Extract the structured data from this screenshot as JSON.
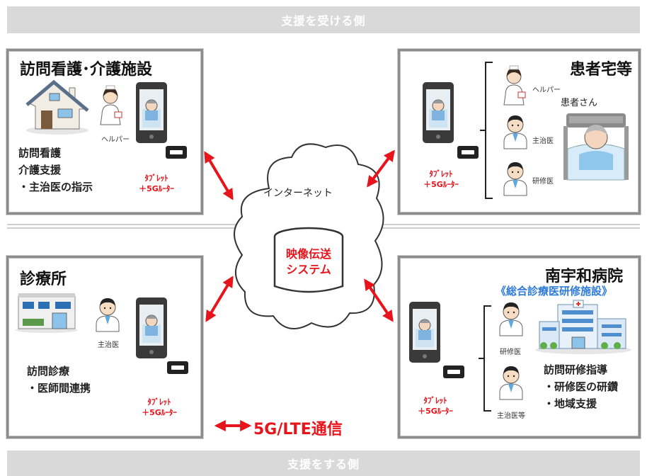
{
  "banners": {
    "top": "支援を受ける側",
    "bottom": "支援をする側"
  },
  "cloud": {
    "label": "インターネット",
    "system_line1": "映像伝送",
    "system_line2": "システム"
  },
  "legend": {
    "label": "5G/LTE通信"
  },
  "panels": {
    "visiting_care": {
      "title": "訪問看護･介護施設",
      "helper": "ヘルパー",
      "body": [
        "訪問看護",
        "介護支援",
        "・主治医の指示"
      ],
      "device_line1": "ﾀﾌﾞﾚｯﾄ",
      "device_line2": "＋5Gﾙｰﾀｰ"
    },
    "patient_home": {
      "title": "患者宅等",
      "helper": "ヘルパー",
      "attending": "主治医",
      "resident": "研修医",
      "patient": "患者さん",
      "device_line1": "ﾀﾌﾞﾚｯﾄ",
      "device_line2": "＋5Gﾙｰﾀｰ"
    },
    "clinic": {
      "title": "診療所",
      "attending": "主治医",
      "body": [
        "訪問診療",
        "・医師間連携"
      ],
      "device_line1": "ﾀﾌﾞﾚｯﾄ",
      "device_line2": "＋5Gﾙｰﾀｰ"
    },
    "hospital": {
      "title": "南宇和病院",
      "subtitle": "《総合診療医研修施設》",
      "resident": "研修医",
      "attending": "主治医等",
      "body": [
        "訪問研修指導",
        "・研修医の研鑽",
        "・地域支援"
      ],
      "device_line1": "ﾀﾌﾞﾚｯﾄ",
      "device_line2": "＋5Gﾙｰﾀｰ"
    }
  },
  "colors": {
    "arrow": "#e8141b",
    "subtitle": "#2f7bd8",
    "banner": "#d9d9d9",
    "frame": "#8c8c8c"
  }
}
